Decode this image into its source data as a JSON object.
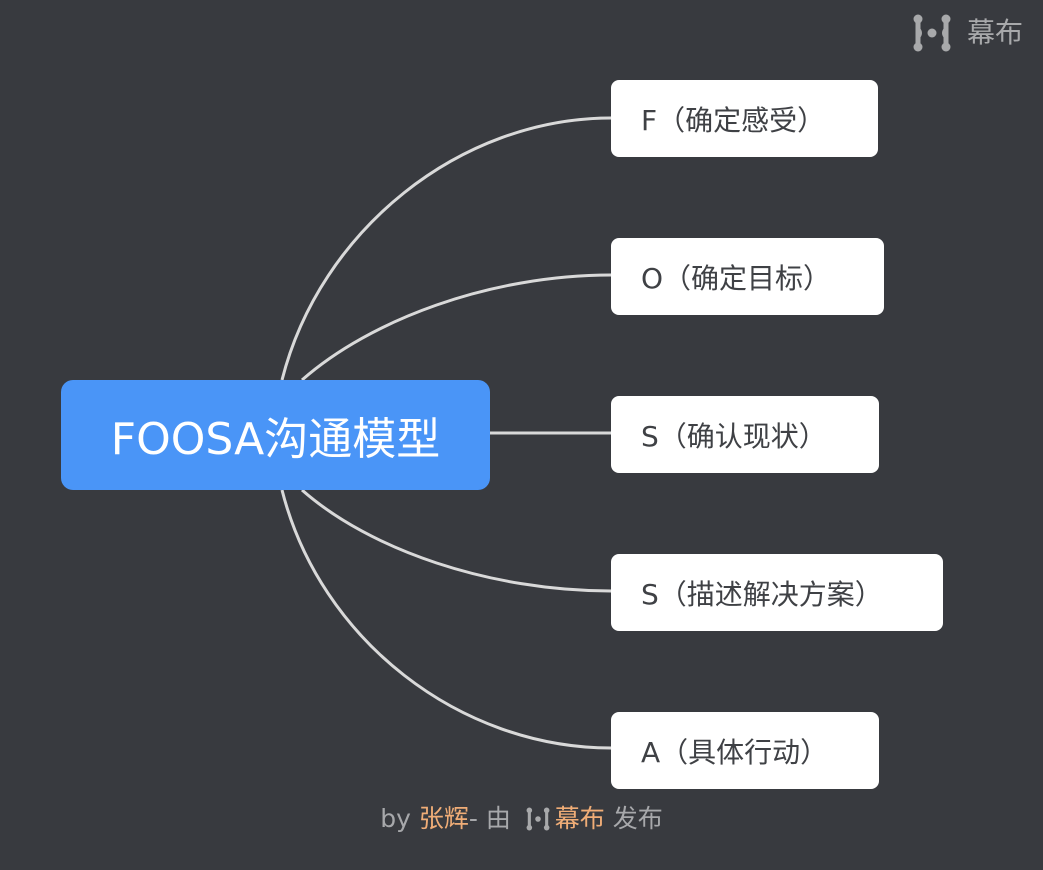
{
  "brand": {
    "logo_icon": "mubu-logo-icon",
    "name": "幕布"
  },
  "mindmap": {
    "root": {
      "label": "FOOSA沟通模型",
      "color": "#4a95f7"
    },
    "branches": [
      {
        "label": "F（确定感受）"
      },
      {
        "label": "O（确定目标）"
      },
      {
        "label": "S（确认现状）"
      },
      {
        "label": "S（描述解决方案）"
      },
      {
        "label": "A（具体行动）"
      }
    ]
  },
  "footer": {
    "prefix": "by ",
    "author": "张辉",
    "middle": "- 由 ",
    "brand": "幕布",
    "suffix": " 发布",
    "accent_color": "#f0ad77"
  },
  "colors": {
    "background": "#383a3f",
    "connector": "#d9d9d9",
    "node_bg": "#ffffff",
    "node_text": "#3f4145"
  }
}
